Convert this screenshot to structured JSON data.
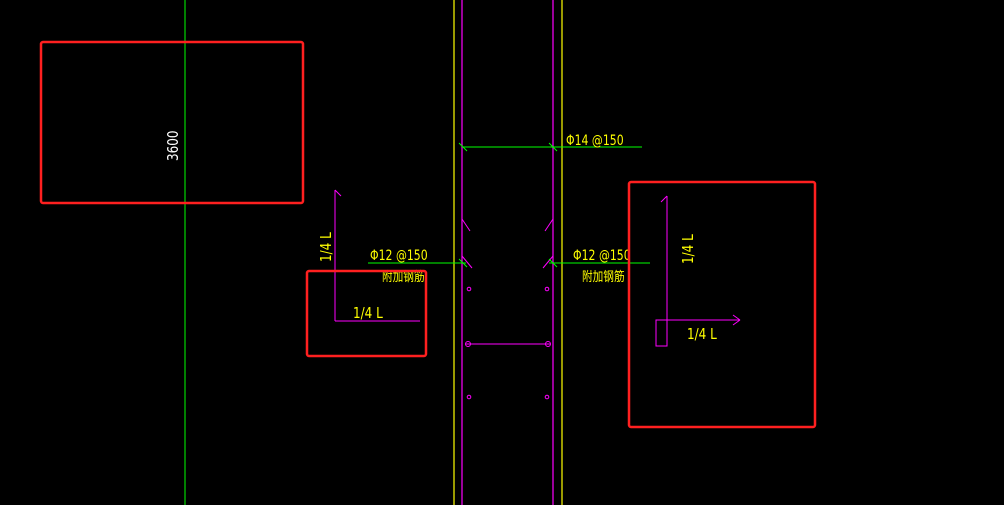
{
  "colors": {
    "background": "#000000",
    "green": "#00ff00",
    "yellow": "#ffff00",
    "magenta": "#ff00ff",
    "red": "#ff2020",
    "white": "#ffffff"
  },
  "dimension_3600": "3600",
  "rebar_top": "Φ14 @150",
  "rebar_left": "Φ12 @150",
  "rebar_left_note": "附加钢筋",
  "rebar_right": "Φ12 @150",
  "rebar_right_note": "附加钢筋",
  "quarter_left_vertical": "1/4 L",
  "quarter_left_horizontal": "1/4 L",
  "quarter_right_vertical": "1/4 L",
  "quarter_right_horizontal": "1/4 L"
}
